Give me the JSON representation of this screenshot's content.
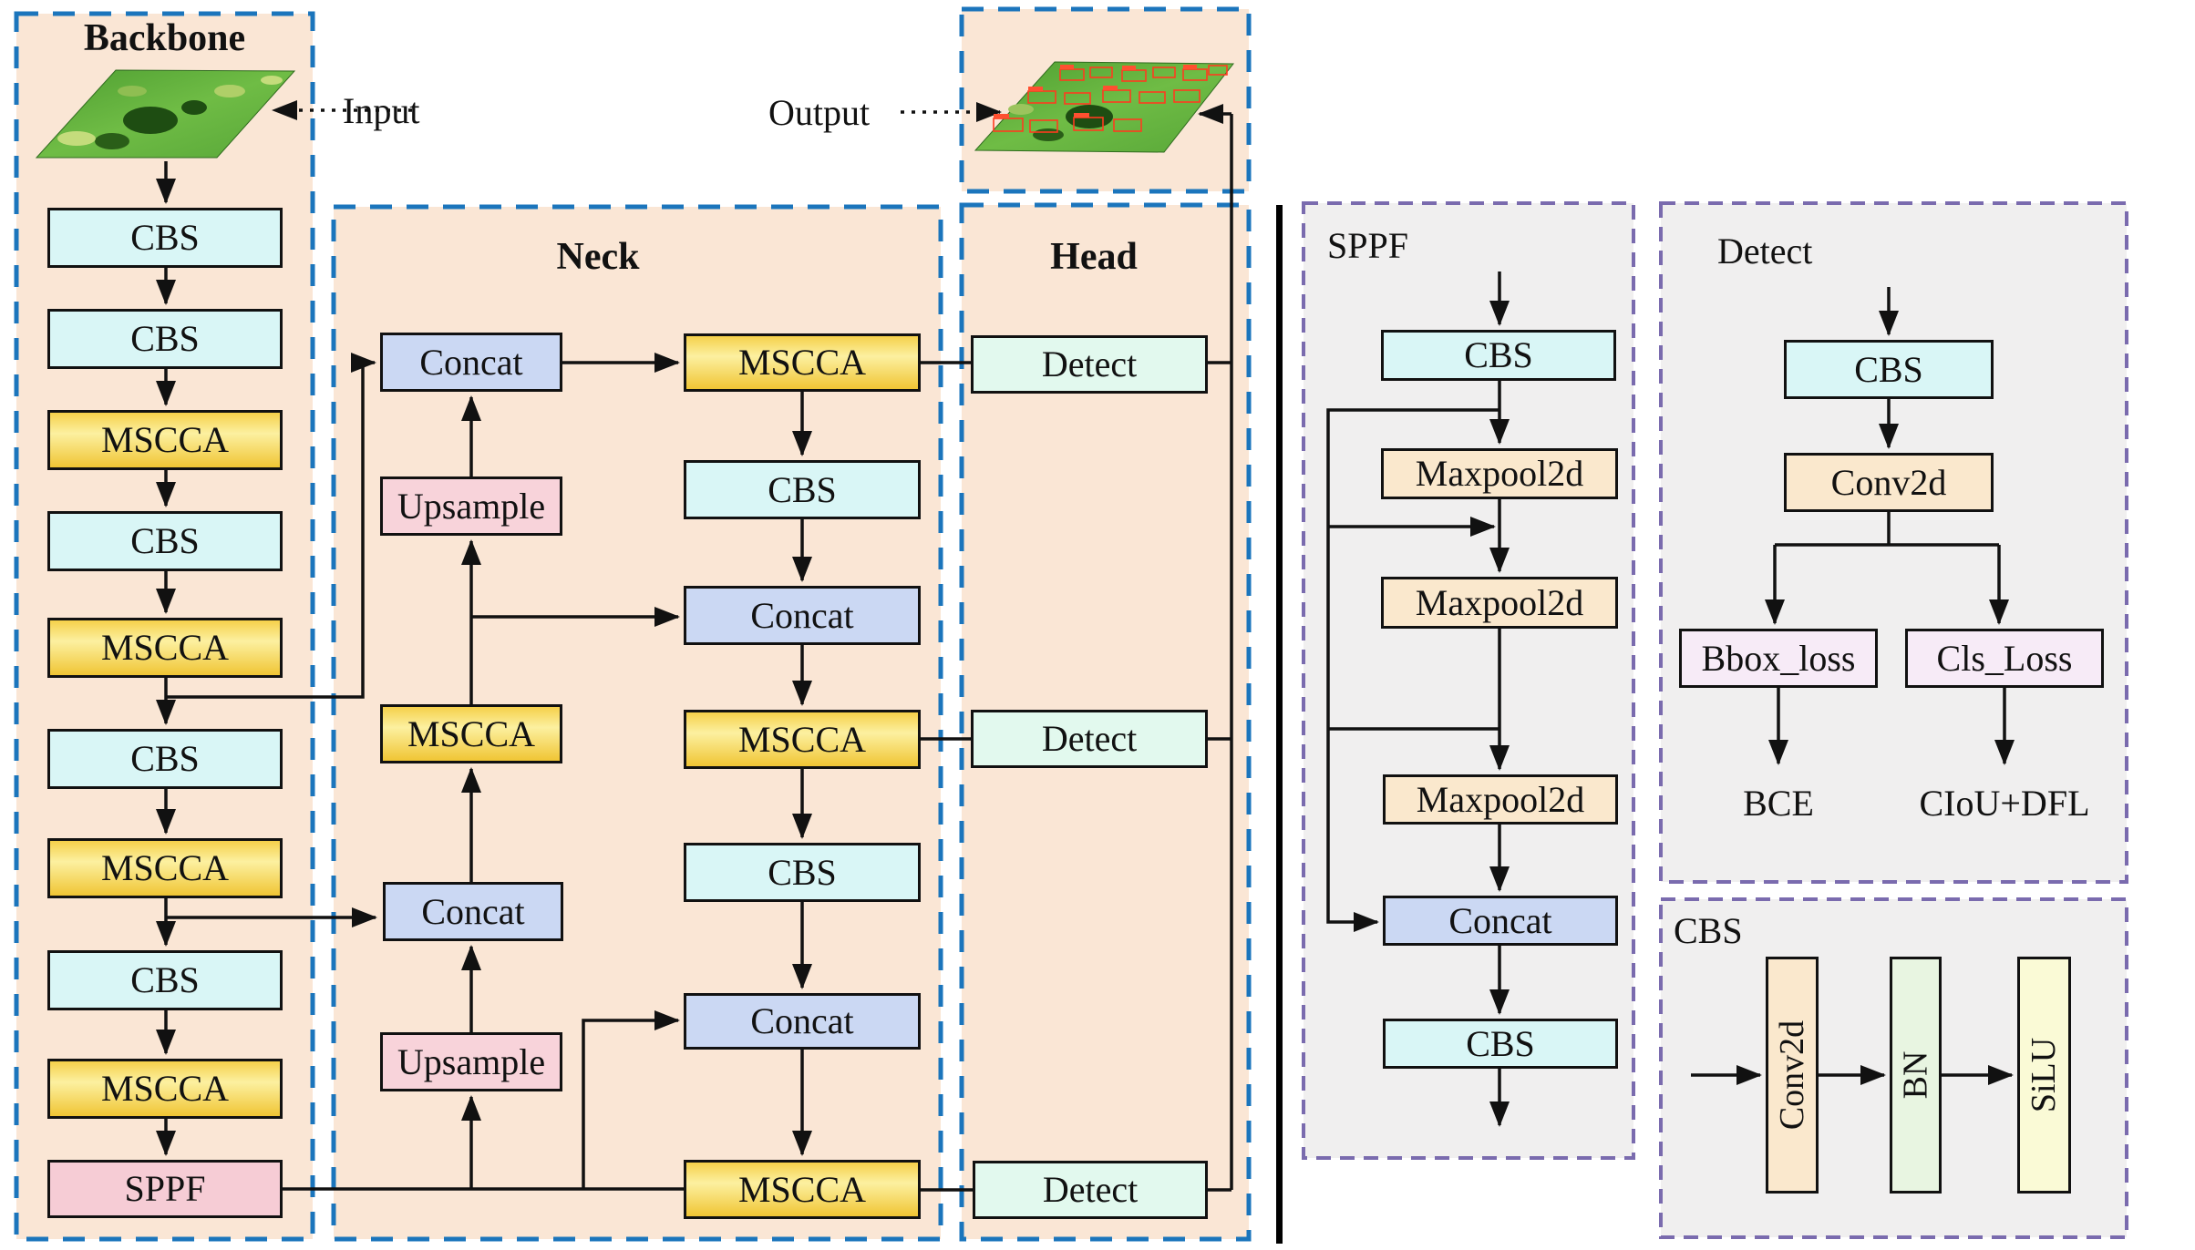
{
  "titles": {
    "backbone": "Backbone",
    "neck": "Neck",
    "head": "Head",
    "sppf": "SPPF",
    "detect": "Detect",
    "cbs": "CBS"
  },
  "io": {
    "input": "Input",
    "output": "Output"
  },
  "backbone": {
    "nodes": [
      "CBS",
      "CBS",
      "MSCCA",
      "CBS",
      "MSCCA",
      "CBS",
      "MSCCA",
      "CBS",
      "MSCCA",
      "SPPF"
    ]
  },
  "neck": {
    "left": [
      "Concat",
      "Upsample",
      "MSCCA",
      "Concat",
      "Upsample"
    ],
    "right": [
      "MSCCA",
      "CBS",
      "Concat",
      "MSCCA",
      "CBS",
      "Concat",
      "MSCCA"
    ]
  },
  "head": {
    "detects": [
      "Detect",
      "Detect",
      "Detect"
    ]
  },
  "sppf_panel": {
    "nodes": [
      "CBS",
      "Maxpool2d",
      "Maxpool2d",
      "Maxpool2d",
      "Concat",
      "CBS"
    ]
  },
  "detect_panel": {
    "nodes": [
      "CBS",
      "Conv2d",
      "Bbox_loss",
      "Cls_Loss"
    ],
    "losses": [
      "BCE",
      "CIoU+DFL"
    ]
  },
  "cbs_panel": {
    "nodes": [
      "Conv2d",
      "BN",
      "SiLU"
    ]
  },
  "colors": {
    "panel_peach": "#FAE6D5",
    "panel_gray": "#F0EFEF",
    "blue_dash": "#1B75BC",
    "purple_dash": "#7A6BAE",
    "cbs_fill": "#D9F6F6",
    "mscca_gold": "#F0C534",
    "concat_blue": "#CBD8F3",
    "upsample_pink": "#F8D3DA",
    "maxpool_wheat": "#FAE8CD",
    "detect_mint": "#E2F9EE",
    "loss_lavender": "#F7EBF7",
    "bn_green": "#E8F5E1",
    "silu_yellow": "#FAFAD6",
    "line_black": "#111111"
  }
}
